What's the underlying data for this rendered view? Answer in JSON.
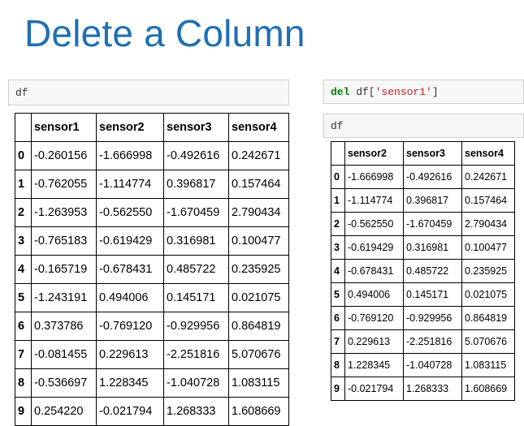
{
  "title": "Delete a Column",
  "left_input": {
    "code": "df"
  },
  "right_inputs": {
    "del_keyword": "del",
    "del_target_prefix": " df[",
    "del_target_string": "'sensor1'",
    "del_target_suffix": "]",
    "df_code": "df"
  },
  "left_table": {
    "columns": [
      "",
      "sensor1",
      "sensor2",
      "sensor3",
      "sensor4"
    ],
    "rows": [
      [
        "0",
        "-0.260156",
        "-1.666998",
        "-0.492616",
        "0.242671"
      ],
      [
        "1",
        "-0.762055",
        "-1.114774",
        "0.396817",
        "0.157464"
      ],
      [
        "2",
        "-1.263953",
        "-0.562550",
        "-1.670459",
        "2.790434"
      ],
      [
        "3",
        "-0.765183",
        "-0.619429",
        "0.316981",
        "0.100477"
      ],
      [
        "4",
        "-0.165719",
        "-0.678431",
        "0.485722",
        "0.235925"
      ],
      [
        "5",
        "-1.243191",
        "0.494006",
        "0.145171",
        "0.021075"
      ],
      [
        "6",
        "0.373786",
        "-0.769120",
        "-0.929956",
        "0.864819"
      ],
      [
        "7",
        "-0.081455",
        "0.229613",
        "-2.251816",
        "5.070676"
      ],
      [
        "8",
        "-0.536697",
        "1.228345",
        "-1.040728",
        "1.083115"
      ],
      [
        "9",
        "0.254220",
        "-0.021794",
        "1.268333",
        "1.608669"
      ]
    ]
  },
  "right_table": {
    "columns": [
      "",
      "sensor2",
      "sensor3",
      "sensor4"
    ],
    "rows": [
      [
        "0",
        "-1.666998",
        "-0.492616",
        "0.242671"
      ],
      [
        "1",
        "-1.114774",
        "0.396817",
        "0.157464"
      ],
      [
        "2",
        "-0.562550",
        "-1.670459",
        "2.790434"
      ],
      [
        "3",
        "-0.619429",
        "0.316981",
        "0.100477"
      ],
      [
        "4",
        "-0.678431",
        "0.485722",
        "0.235925"
      ],
      [
        "5",
        "0.494006",
        "0.145171",
        "0.021075"
      ],
      [
        "6",
        "-0.769120",
        "-0.929956",
        "0.864819"
      ],
      [
        "7",
        "0.229613",
        "-2.251816",
        "5.070676"
      ],
      [
        "8",
        "1.228345",
        "-1.040728",
        "1.083115"
      ],
      [
        "9",
        "-0.021794",
        "1.268333",
        "1.608669"
      ]
    ]
  }
}
